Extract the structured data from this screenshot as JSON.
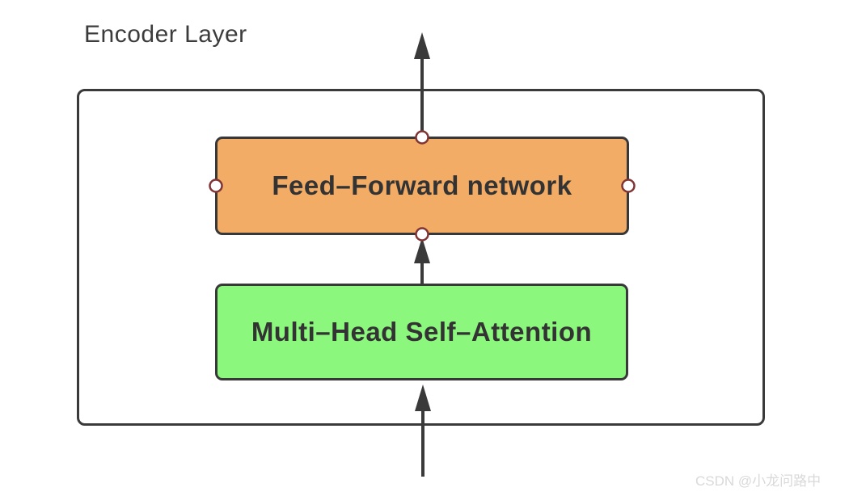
{
  "diagram": {
    "title": "Encoder Layer",
    "nodes": [
      {
        "id": "feed-forward",
        "label": "Feed–Forward network",
        "fill": "#f2ac66",
        "border": "#383838",
        "selected": true
      },
      {
        "id": "multi-head",
        "label": "Multi–Head Self–Attention",
        "fill": "#8cf77d",
        "border": "#383838",
        "selected": false
      }
    ],
    "arrows": [
      {
        "id": "output-arrow",
        "from": "feed-forward-top",
        "direction": "up"
      },
      {
        "id": "internal-arrow",
        "from": "multi-head-top",
        "to": "feed-forward-bottom",
        "direction": "up"
      },
      {
        "id": "input-arrow",
        "to": "multi-head-bottom",
        "direction": "up"
      }
    ],
    "colors": {
      "line": "#3a3a3a",
      "container_border": "#3a3a3a",
      "handle_ring": "#813434",
      "handle_fill": "#ffffff",
      "label_text": "#333333",
      "title_text": "#3c3c3c"
    }
  },
  "watermark": {
    "text": "CSDN @小龙问路中",
    "color": "#d9d9d9"
  }
}
